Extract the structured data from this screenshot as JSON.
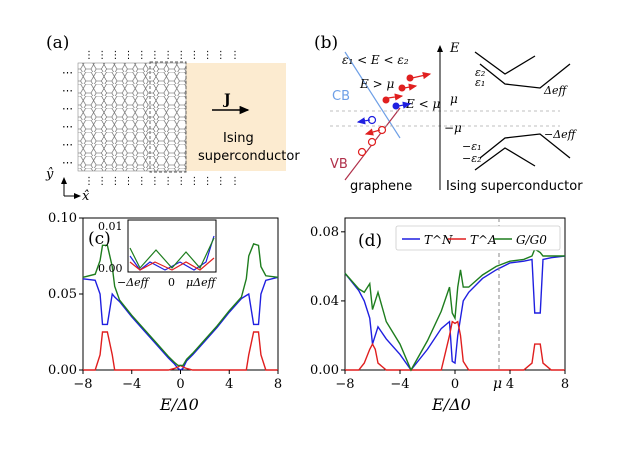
{
  "panels": {
    "a": {
      "label": "(a)",
      "current_label": "J",
      "sc_label_line1": "Ising",
      "sc_label_line2": "superconductor",
      "axis_y": "ŷ",
      "axis_x": "x̂",
      "sc_color": "#fcebd0"
    },
    "b": {
      "label": "(b)",
      "energy_axis": "E",
      "cb_label": "CB",
      "vb_label": "VB",
      "graphene_label": "graphene",
      "sc_label": "Ising superconductor",
      "cond1": "ε₁ < E < ε₂",
      "cond2": "E > μ",
      "cond3": "E < μ",
      "mu": "μ",
      "neg_mu": "−μ",
      "eps2": "ε₂",
      "eps1": "ε₁",
      "neg_eps1": "−ε₁",
      "neg_eps2": "−ε₂",
      "delta_eff": "Δeff",
      "neg_delta_eff": "−Δeff"
    },
    "c": {
      "label": "(c)",
      "inset_ytick": "0.01",
      "inset_ytick0": "0.00",
      "inset_xticks": [
        "−Δeff",
        "0",
        "μΔeff"
      ]
    },
    "d": {
      "label": "(d)",
      "mu_marker": "μ"
    }
  },
  "colors": {
    "TN": "#1f1fe0",
    "TA": "#e01f1f",
    "G": "#1e7d1e",
    "cb": "#6e9fe6",
    "vb": "#b0304a"
  },
  "chart_data": [
    {
      "type": "line",
      "panel": "c",
      "xlabel": "E/Δ0",
      "ylabel": "",
      "xlim": [
        -8,
        8
      ],
      "ylim": [
        0,
        0.1
      ],
      "xticks": [
        "−8",
        "−4",
        "0",
        "4",
        "8"
      ],
      "yticks": [
        "0.00",
        "0.05",
        "0.10"
      ],
      "x": [
        -8,
        -7,
        -6.6,
        -6.4,
        -6.0,
        -5.6,
        -5.4,
        -5,
        -4,
        -3,
        -2,
        -1,
        -0.5,
        -0.2,
        0,
        0.2,
        0.5,
        1,
        2,
        3,
        4,
        5,
        5.4,
        5.6,
        6.0,
        6.4,
        6.6,
        7,
        8
      ],
      "series": [
        {
          "name": "T^N",
          "values": [
            0.06,
            0.059,
            0.05,
            0.03,
            0.03,
            0.05,
            0.048,
            0.045,
            0.035,
            0.026,
            0.017,
            0.008,
            0.004,
            0.001,
            0.0,
            0.001,
            0.006,
            0.01,
            0.019,
            0.028,
            0.038,
            0.047,
            0.049,
            0.05,
            0.03,
            0.03,
            0.05,
            0.059,
            0.061
          ]
        },
        {
          "name": "T^A",
          "values": [
            0,
            0,
            0.01,
            0.025,
            0.025,
            0.01,
            0,
            0,
            0,
            0,
            0,
            0,
            0.001,
            0.002,
            0.003,
            0.002,
            0.001,
            0,
            0,
            0,
            0,
            0,
            0,
            0.01,
            0.025,
            0.025,
            0.01,
            0,
            0
          ]
        },
        {
          "name": "G/G0",
          "values": [
            0.061,
            0.063,
            0.072,
            0.082,
            0.082,
            0.068,
            0.055,
            0.046,
            0.036,
            0.027,
            0.018,
            0.009,
            0.005,
            0.003,
            0.003,
            0.003,
            0.007,
            0.011,
            0.02,
            0.029,
            0.039,
            0.048,
            0.06,
            0.075,
            0.083,
            0.082,
            0.068,
            0.062,
            0.061
          ]
        }
      ]
    },
    {
      "type": "line",
      "panel": "d",
      "xlabel": "E/Δ0",
      "ylabel": "",
      "xlim": [
        -8,
        8
      ],
      "ylim": [
        0,
        0.088
      ],
      "xticks": [
        "−8",
        "−4",
        "0",
        "4",
        "8"
      ],
      "yticks": [
        "0.00",
        "0.04",
        "0.08"
      ],
      "mu_x": 3.2,
      "legend": [
        "T^N",
        "T^A",
        "G/G0"
      ],
      "x": [
        -8,
        -7,
        -6.6,
        -6.2,
        -6.0,
        -5.8,
        -5.6,
        -5,
        -4,
        -3.2,
        -2,
        -1,
        -0.4,
        -0.2,
        0,
        0.2,
        0.4,
        0.6,
        1,
        2,
        3,
        4,
        5,
        5.6,
        5.8,
        6.2,
        6.4,
        7,
        8
      ],
      "series": [
        {
          "name": "T^N",
          "values": [
            0.056,
            0.046,
            0.04,
            0.03,
            0.015,
            0.02,
            0.025,
            0.018,
            0.009,
            0,
            0.012,
            0.024,
            0.028,
            0.005,
            0.004,
            0.02,
            0.03,
            0.04,
            0.045,
            0.053,
            0.058,
            0.062,
            0.063,
            0.064,
            0.033,
            0.033,
            0.064,
            0.065,
            0.066
          ]
        },
        {
          "name": "T^A",
          "values": [
            0,
            0,
            0.004,
            0.012,
            0.015,
            0.012,
            0.004,
            0,
            0,
            0,
            0,
            0,
            0.02,
            0.028,
            0.027,
            0.028,
            0.02,
            0.005,
            0,
            0,
            0,
            0,
            0,
            0.004,
            0.015,
            0.015,
            0.004,
            0,
            0
          ]
        },
        {
          "name": "G/G0",
          "values": [
            0.056,
            0.047,
            0.045,
            0.05,
            0.035,
            0.04,
            0.045,
            0.028,
            0.015,
            0,
            0.017,
            0.034,
            0.048,
            0.033,
            0.03,
            0.048,
            0.058,
            0.048,
            0.048,
            0.055,
            0.06,
            0.063,
            0.064,
            0.066,
            0.07,
            0.068,
            0.066,
            0.066,
            0.066
          ]
        }
      ]
    }
  ]
}
